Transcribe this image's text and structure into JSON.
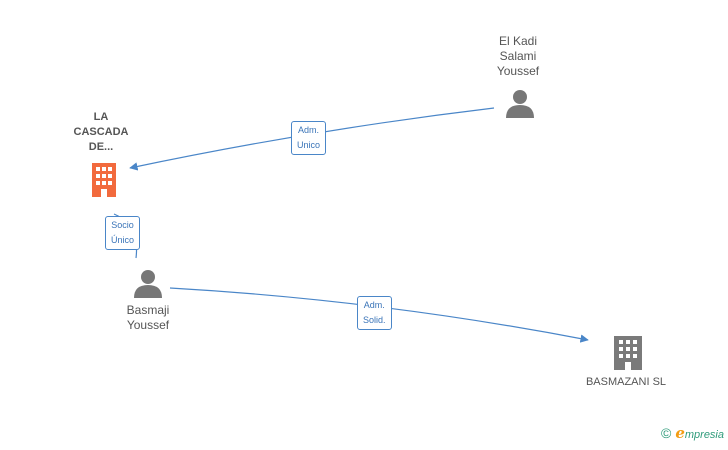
{
  "nodes": {
    "la_cascada": {
      "lines": [
        "LA",
        "CASCADA",
        "DE..."
      ],
      "type": "company",
      "color": "#f26a3d"
    },
    "el_kadi": {
      "lines": [
        "El Kadi",
        "Salami",
        "Youssef"
      ],
      "type": "person",
      "color": "#777777"
    },
    "basmaji": {
      "lines": [
        "Basmaji",
        "Youssef"
      ],
      "type": "person",
      "color": "#777777"
    },
    "basmazani": {
      "lines": [
        "BASMAZANI SL"
      ],
      "type": "company",
      "color": "#777777"
    }
  },
  "edges": {
    "adm_unico": {
      "lines": [
        "Adm.",
        "Unico"
      ]
    },
    "socio_unico": {
      "lines": [
        "Socio",
        "Único"
      ]
    },
    "adm_solid": {
      "lines": [
        "Adm.",
        "Solid."
      ]
    }
  },
  "colors": {
    "edge": "#4a86c8"
  },
  "brand": {
    "copyright": "©",
    "e": "e",
    "word": "mpresia"
  }
}
